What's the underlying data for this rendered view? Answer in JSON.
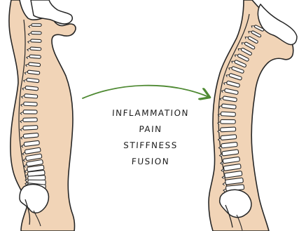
{
  "colors": {
    "skin": "#f1d4b7",
    "outline": "#262626",
    "bone": "#ffffff",
    "arrow": "#4f8a33",
    "text": "#1a1a1a"
  },
  "figures": {
    "left": {
      "icon": "healthy-spine-figure"
    },
    "right": {
      "icon": "kyphotic-spine-figure"
    }
  },
  "arrow": {
    "icon": "curved-arrow-icon"
  },
  "symptoms": [
    "INFLAMMATION",
    "PAIN",
    "STIFFNESS",
    "FUSION"
  ]
}
